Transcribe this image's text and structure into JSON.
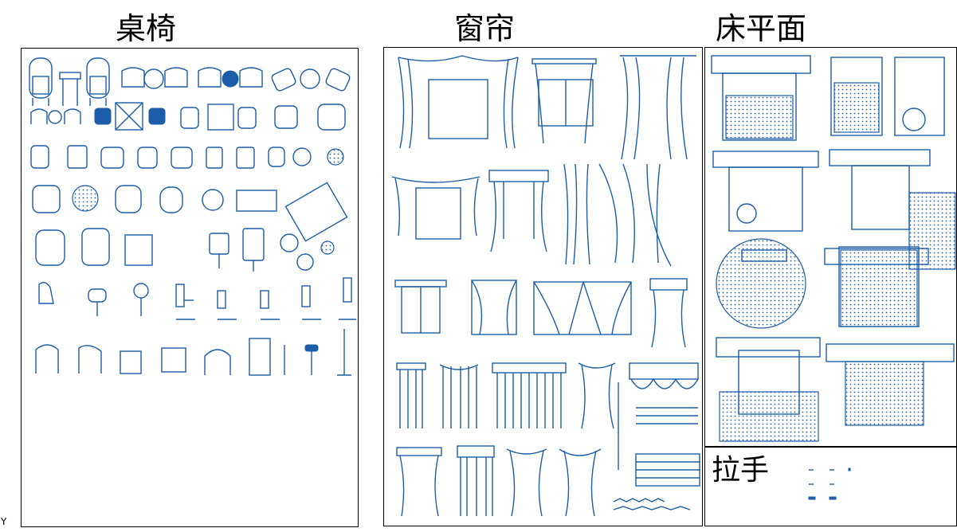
{
  "sections": {
    "chairs_title": "桌椅",
    "curtains_title": "窗帘",
    "beds_title": "床平面",
    "handles_title": "拉手"
  },
  "axis_mark": "Y",
  "colors": {
    "symbol_blue": "#1c5ca8",
    "border": "#000000",
    "background": "#ffffff"
  }
}
